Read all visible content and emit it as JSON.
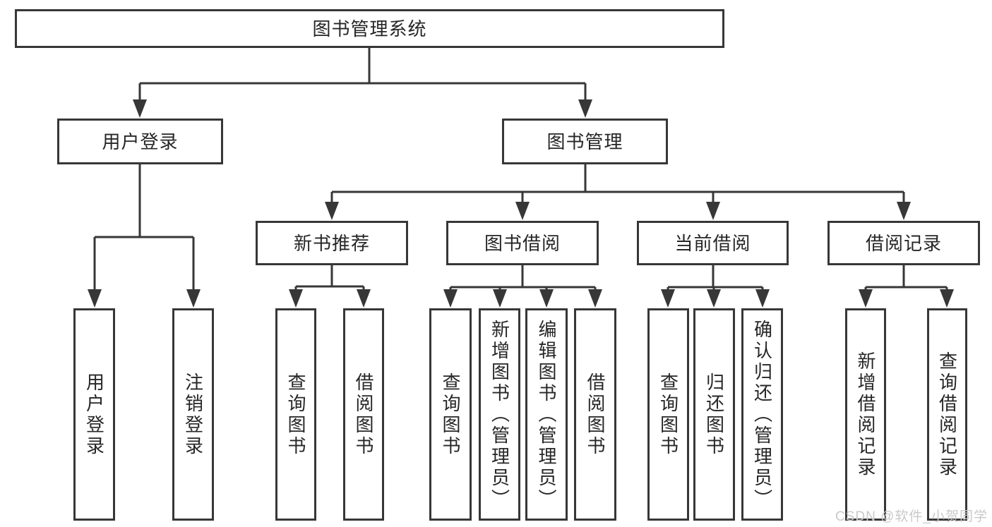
{
  "tree": {
    "label": "图书管理系统",
    "children": [
      {
        "label": "用户登录",
        "children": [
          {
            "label": "用户登录"
          },
          {
            "label": "注销登录"
          }
        ]
      },
      {
        "label": "图书管理",
        "children": [
          {
            "label": "新书推荐",
            "children": [
              {
                "label": "查询图书"
              },
              {
                "label": "借阅图书"
              }
            ]
          },
          {
            "label": "图书借阅",
            "children": [
              {
                "label": "查询图书"
              },
              {
                "label": "新增图书（管理员）"
              },
              {
                "label": "编辑图书（管理员）"
              },
              {
                "label": "借阅图书"
              }
            ]
          },
          {
            "label": "当前借阅",
            "children": [
              {
                "label": "查询图书"
              },
              {
                "label": "归还图书"
              },
              {
                "label": "确认归还（管理员）"
              }
            ]
          },
          {
            "label": "借阅记录",
            "children": [
              {
                "label": "新增借阅记录"
              },
              {
                "label": "查询借阅记录"
              }
            ]
          }
        ]
      }
    ]
  },
  "watermark": {
    "text": "CSDN @软件_小贺同学"
  },
  "colors": {
    "line": "#373737",
    "text": "#262626",
    "watermark_text": "#c9c9c9",
    "background": "#ffffff"
  }
}
